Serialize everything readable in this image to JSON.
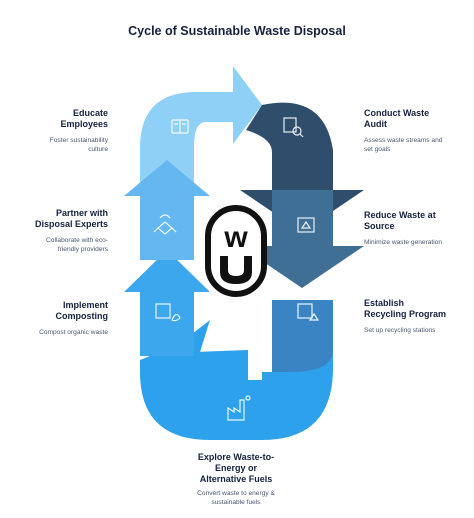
{
  "title": "Cycle of Sustainable Waste Disposal",
  "logo_text": "wu",
  "colors": {
    "navy": "#2f4e6b",
    "steel": "#3f6f95",
    "mid_blue": "#3b84c4",
    "bright_blue": "#2da1eb",
    "light_blue": "#65b8ef",
    "pale_blue": "#8fd0f6"
  },
  "steps": [
    {
      "id": "conduct",
      "title": "Conduct Waste Audit",
      "title_lines": [
        "Conduct Waste",
        "Audit"
      ],
      "desc_lines": [
        "Assess waste streams and",
        "set goals"
      ],
      "icon": "audit-report-icon"
    },
    {
      "id": "reduce",
      "title": "Reduce Waste at Source",
      "title_lines": [
        "Reduce Waste at",
        "Source"
      ],
      "desc_lines": [
        "Minimize waste generation"
      ],
      "icon": "recycle-box-icon"
    },
    {
      "id": "establish",
      "title": "Establish Recycling Program",
      "title_lines": [
        "Establish",
        "Recycling Program"
      ],
      "desc_lines": [
        "Set up recycling stations"
      ],
      "icon": "box-recycle-icon"
    },
    {
      "id": "explore",
      "title": "Explore Waste-to-Energy or Alternative Fuels",
      "title_lines": [
        "Explore Waste-to-",
        "Energy or",
        "Alternative Fuels"
      ],
      "desc_lines": [
        "Convert waste to energy &",
        "sustainable fuels"
      ],
      "icon": "factory-icon"
    },
    {
      "id": "implement",
      "title": "Implement Composting",
      "title_lines": [
        "Implement",
        "Composting"
      ],
      "desc_lines": [
        "Compost organic waste"
      ],
      "icon": "compost-box-icon"
    },
    {
      "id": "partner",
      "title": "Partner with Disposal Experts",
      "title_lines": [
        "Partner with",
        "Disposal Experts"
      ],
      "desc_lines": [
        "Collaborate with eco-",
        "friendly providers"
      ],
      "icon": "handshake-icon"
    },
    {
      "id": "educate",
      "title": "Educate Employees",
      "title_lines": [
        "Educate",
        "Employees"
      ],
      "desc_lines": [
        "Foster sustainability",
        "culture"
      ],
      "icon": "book-icon"
    }
  ]
}
